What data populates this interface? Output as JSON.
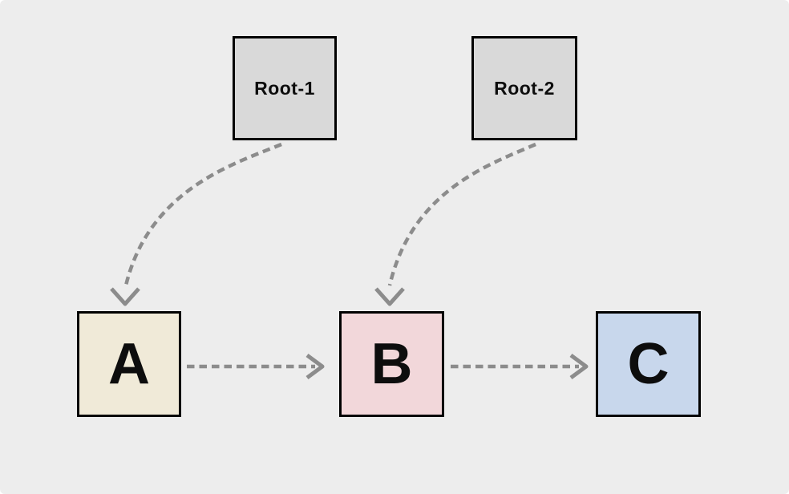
{
  "diagram": {
    "background_color": "#ededed",
    "edge_color": "#8c8c8c",
    "node_border_color": "#000000",
    "label_color": "#0d0d0d",
    "nodes": [
      {
        "id": "root-1",
        "label": "Root-1",
        "fill": "#d9d9d9",
        "shape": "square"
      },
      {
        "id": "root-2",
        "label": "Root-2",
        "fill": "#d9d9d9",
        "shape": "square"
      },
      {
        "id": "a",
        "label": "A",
        "fill": "#f0ead8",
        "shape": "square"
      },
      {
        "id": "b",
        "label": "B",
        "fill": "#f2d7da",
        "shape": "square"
      },
      {
        "id": "c",
        "label": "C",
        "fill": "#c8d7ec",
        "shape": "square"
      }
    ],
    "edges": [
      {
        "from": "Root-1",
        "to": "A",
        "line_style": "dashed",
        "shape": "curved",
        "arrowhead": "open"
      },
      {
        "from": "Root-2",
        "to": "B",
        "line_style": "dashed",
        "shape": "curved",
        "arrowhead": "open"
      },
      {
        "from": "A",
        "to": "B",
        "line_style": "dashed",
        "shape": "straight",
        "arrowhead": "open"
      },
      {
        "from": "B",
        "to": "C",
        "line_style": "dashed",
        "shape": "straight",
        "arrowhead": "open"
      }
    ]
  }
}
